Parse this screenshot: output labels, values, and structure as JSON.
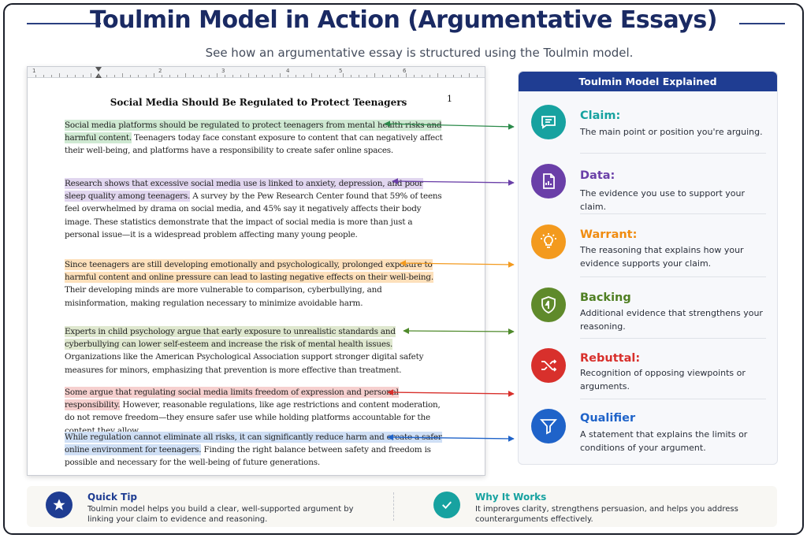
{
  "title": "Toulmin Model in Action (Argumentative Essays)",
  "subtitle": "See how an argumentative essay is structured using the Toulmin model.",
  "document": {
    "ruler_numbers": [
      "1",
      "2",
      "3",
      "4",
      "5",
      "6"
    ],
    "title": "Social Media Should Be Regulated to Protect Teenagers",
    "page_number": "1",
    "paragraphs": [
      {
        "highlight": "Social media platforms should be regulated to protect teenagers from mental health risks and harmful content.",
        "rest": " Teenagers today face constant exposure to content that can negatively affect their well-being, and platforms have a responsibility to create safer online spaces."
      },
      {
        "highlight": "Research shows that excessive social media use is linked to anxiety, depression, and poor sleep quality among teenagers.",
        "rest": " A survey by the Pew Research Center found that 59% of teens feel overwhelmed by drama on social media, and 45% say it negatively affects their body image. These statistics demonstrate that the impact of social media is more than just a personal issue—it is a widespread problem affecting many young people."
      },
      {
        "highlight": "Since teenagers are still developing emotionally and psychologically, prolonged exposure to harmful content and online pressure can lead to lasting negative effects on their well-being.",
        "rest": " Their developing minds are more vulnerable to comparison, cyberbullying, and misinformation, making regulation necessary to minimize avoidable harm."
      },
      {
        "highlight": "Experts in child psychology argue that early exposure to unrealistic standards and cyberbullying can lower self-esteem and increase the risk of mental health issues.",
        "rest": " Organizations like the American Psychological Association support stronger digital safety measures for minors, emphasizing that prevention is more effective than treatment."
      },
      {
        "highlight": "Some argue that regulating social media limits freedom of expression and personal responsibility.",
        "rest": " However, reasonable regulations, like age restrictions and content moderation, do not remove freedom—they ensure safer use while holding platforms accountable for the content they allow."
      },
      {
        "highlight": "While regulation cannot eliminate all risks, it can significantly reduce harm and create a safer online environment for teenagers.",
        "rest": " Finding the right balance between safety and freedom is possible and necessary for the well-being of future generations."
      }
    ]
  },
  "panel": {
    "header": "Toulmin Model Explained",
    "items": [
      {
        "name": "Claim:",
        "desc": "The main point or position you're arguing.",
        "color": "#17a2a0",
        "icon": "speech-bubble-icon"
      },
      {
        "name": "Data:",
        "desc": "The evidence you use to support your claim.",
        "color": "#6a3fa8",
        "icon": "document-chart-icon"
      },
      {
        "name": "Warrant:",
        "desc": "The reasoning that explains how your evidence supports your claim.",
        "color": "#f39a1e",
        "icon": "lightbulb-icon"
      },
      {
        "name": "Backing",
        "desc": "Additional evidence that strengthens your reasoning.",
        "color": "#5f8a2b",
        "icon": "shield-check-icon"
      },
      {
        "name": "Rebuttal:",
        "desc": "Recognition of opposing viewpoints or arguments.",
        "color": "#d8302c",
        "icon": "shuffle-icon"
      },
      {
        "name": "Qualifier",
        "desc": "A statement that explains the limits or conditions of your argument.",
        "color": "#1f63c9",
        "icon": "funnel-icon"
      }
    ]
  },
  "bottom": {
    "tip_title": "Quick Tip",
    "tip_text": "Toulmin model helps you build a clear, well-supported argument by linking your claim to evidence and reasoning.",
    "why_title": "Why It Works",
    "why_text": "It improves clarity, strengthens persuasion, and helps you address counterarguments effectively.",
    "tip_color": "#1f3d92",
    "why_color": "#17a2a0"
  }
}
